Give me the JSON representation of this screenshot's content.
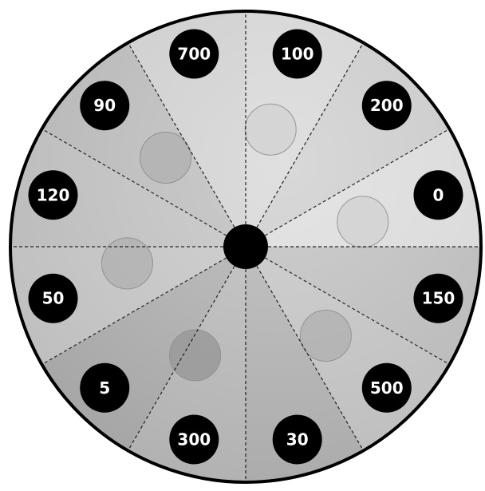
{
  "wheel": {
    "segment_count": 12,
    "colors": {
      "rim": "#000000",
      "badge": "#000000",
      "badge_text": "#ffffff",
      "hub": "#000000",
      "divider": "#222222",
      "piece_light": "#d4d4d4",
      "piece_mid": "#b3b3b3",
      "piece_dark": "#9a9a9a"
    },
    "segments": [
      {
        "value": "100"
      },
      {
        "value": "200"
      },
      {
        "value": "0"
      },
      {
        "value": "150"
      },
      {
        "value": "500"
      },
      {
        "value": "30"
      },
      {
        "value": "300"
      },
      {
        "value": "5"
      },
      {
        "value": "50"
      },
      {
        "value": "120"
      },
      {
        "value": "90"
      },
      {
        "value": "700"
      }
    ]
  }
}
